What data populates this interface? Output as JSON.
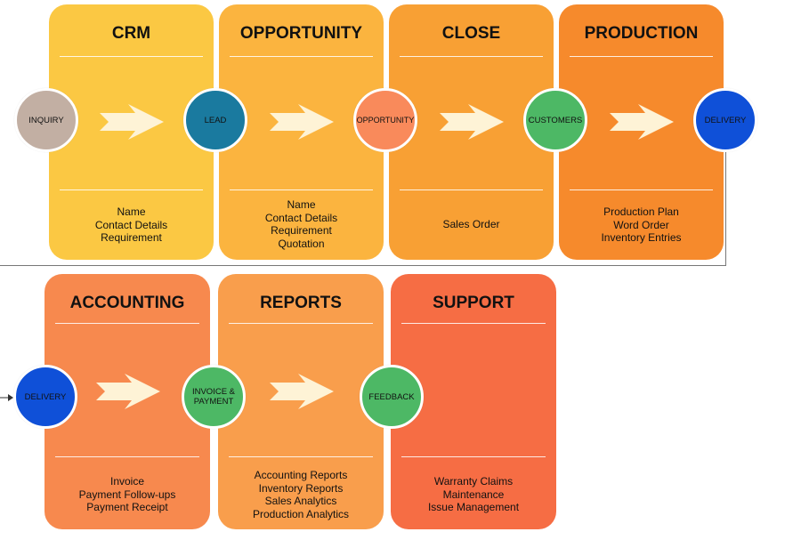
{
  "colors": {
    "crm": "#FBC843",
    "opportunity": "#FBB43F",
    "close": "#F8A034",
    "production": "#F68A2C",
    "accounting": "#F7894E",
    "reports": "#F99E4C",
    "support": "#F66D44",
    "arrow": "#FEF3D6",
    "node_inquiry": "#C2AFA3",
    "node_lead": "#1A7A9F",
    "node_opportunity": "#F98A5B",
    "node_green": "#4DB865",
    "node_delivery": "#0F50D8"
  },
  "stages": {
    "crm": {
      "title": "CRM",
      "details": [
        "Name",
        "Contact Details",
        "Requirement"
      ]
    },
    "opportunity": {
      "title": "OPPORTUNITY",
      "details": [
        "Name",
        "Contact Details",
        "Requirement",
        "Quotation"
      ]
    },
    "close": {
      "title": "CLOSE",
      "details": [
        "Sales Order"
      ]
    },
    "production": {
      "title": "PRODUCTION",
      "details": [
        "Production Plan",
        "Word Order",
        "Inventory Entries"
      ]
    },
    "accounting": {
      "title": "ACCOUNTING",
      "details": [
        "Invoice",
        "Payment Follow-ups",
        "Payment Receipt"
      ]
    },
    "reports": {
      "title": "REPORTS",
      "details": [
        "Accounting Reports",
        "Inventory Reports",
        "Sales Analytics",
        "Production Analytics"
      ]
    },
    "support": {
      "title": "SUPPORT",
      "details": [
        "Warranty Claims",
        "Maintenance",
        "Issue Management"
      ]
    }
  },
  "nodes": {
    "inquiry": "INQUIRY",
    "lead": "LEAD",
    "opportunity": "OPPORTUNITY",
    "customers": "CUSTOMERS",
    "delivery_top": "DELIVERY",
    "delivery_bottom": "DELIVERY",
    "invoice_line1": "INVOICE &",
    "invoice_line2": "PAYMENT",
    "feedback": "FEEDBACK"
  }
}
